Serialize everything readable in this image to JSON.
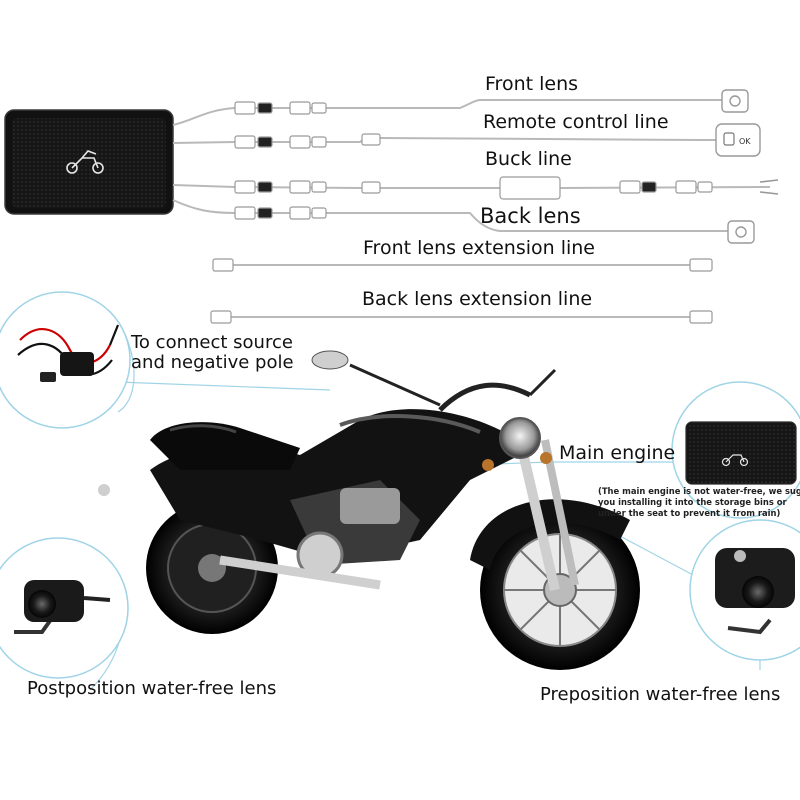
{
  "labels": {
    "front_lens": "Front lens",
    "remote_control_line": "Remote control line",
    "buck_line": "Buck line",
    "back_lens": "Back lens",
    "front_lens_extension_line": "Front lens extension line",
    "back_lens_extension_line": "Back lens extension line",
    "connect_source_1": "To connect source",
    "connect_source_2": "and negative pole",
    "main_engine": "Main engine",
    "main_engine_note_1": "(The main engine is not water-free, we suggest",
    "main_engine_note_2": "you installing it into the storage bins or",
    "main_engine_note_3": "under the seat to prevent it from rain)",
    "postposition_lens": "Postposition water-free lens",
    "preposition_lens": "Preposition water-free lens",
    "remote_ok": "OK"
  },
  "colors": {
    "cable": "#b9b9b9",
    "callout": "#9fd4e6",
    "device": "#1c1c1c",
    "bike": "#121212",
    "chrome": "#c8c8c8"
  }
}
